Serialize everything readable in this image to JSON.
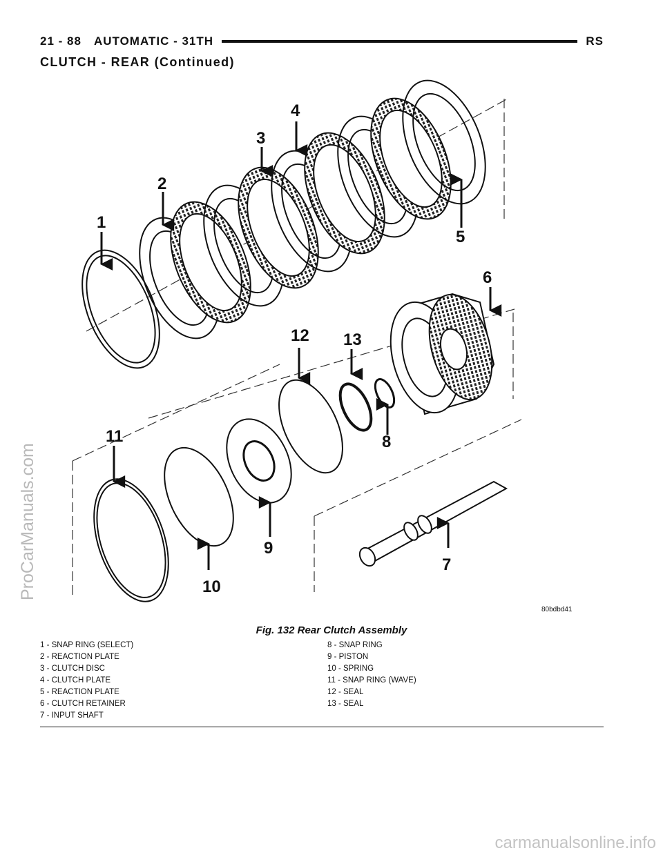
{
  "header": {
    "page_number": "21 - 88",
    "section": "AUTOMATIC - 31TH",
    "model": "RS"
  },
  "subheading": "CLUTCH - REAR (Continued)",
  "figure": {
    "callouts": [
      "1",
      "2",
      "3",
      "4",
      "5",
      "6",
      "7",
      "8",
      "9",
      "10",
      "11",
      "12",
      "13"
    ],
    "image_id": "80bdbd41",
    "caption": "Fig. 132 Rear Clutch Assembly"
  },
  "legend": {
    "left": [
      "1 - SNAP RING (SELECT)",
      "2 - REACTION PLATE",
      "3 - CLUTCH DISC",
      "4 - CLUTCH PLATE",
      "5 - REACTION PLATE",
      "6 - CLUTCH RETAINER",
      "7 - INPUT SHAFT"
    ],
    "right": [
      "8 - SNAP RING",
      "9 - PISTON",
      "10 - SPRING",
      "11 - SNAP RING (WAVE)",
      "12 - SEAL",
      "13 - SEAL"
    ]
  },
  "watermarks": {
    "side": "ProCarManuals.com",
    "bottom": "carmanualsonline.info"
  }
}
